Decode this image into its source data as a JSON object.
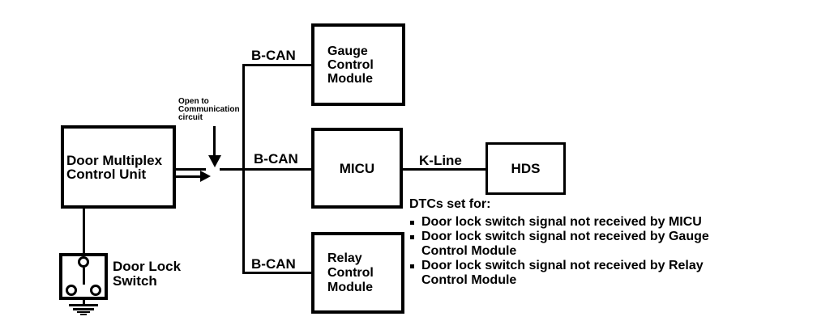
{
  "diagram": {
    "title": "Door multiplex B-CAN communication diagram",
    "colors": {
      "ink": "#000000",
      "background": "#ffffff"
    },
    "nodes": {
      "door_multiplex": {
        "label_lines": [
          "Door Multiplex",
          "Control Unit"
        ]
      },
      "gauge": {
        "label_lines": [
          "Gauge",
          "Control",
          "Module"
        ]
      },
      "micu": {
        "label": "MICU"
      },
      "hds": {
        "label": "HDS"
      },
      "relay": {
        "label_lines": [
          "Relay",
          "Control",
          "Module"
        ]
      },
      "door_lock_switch": {
        "label_lines": [
          "Door Lock",
          "Switch"
        ]
      }
    },
    "bus_labels": {
      "bcan_top": "B-CAN",
      "bcan_middle": "B-CAN",
      "bcan_bottom": "B-CAN",
      "kline": "K-Line"
    },
    "annotations": {
      "open_circuit": [
        "Open to",
        "Communication",
        "circuit"
      ]
    },
    "icons": {
      "open_circuit_pointer": "down-arrow",
      "signal_flow": "right-arrow",
      "ground": "ground-symbol",
      "switch_terminal": "circle-terminal"
    },
    "dtc": {
      "title": "DTCs set for:",
      "items": [
        [
          "Door lock switch signal not received by MICU"
        ],
        [
          "Door lock switch signal not received by Gauge",
          "Control Module"
        ],
        [
          "Door lock switch signal not received by Relay",
          "Control Module"
        ]
      ]
    }
  }
}
